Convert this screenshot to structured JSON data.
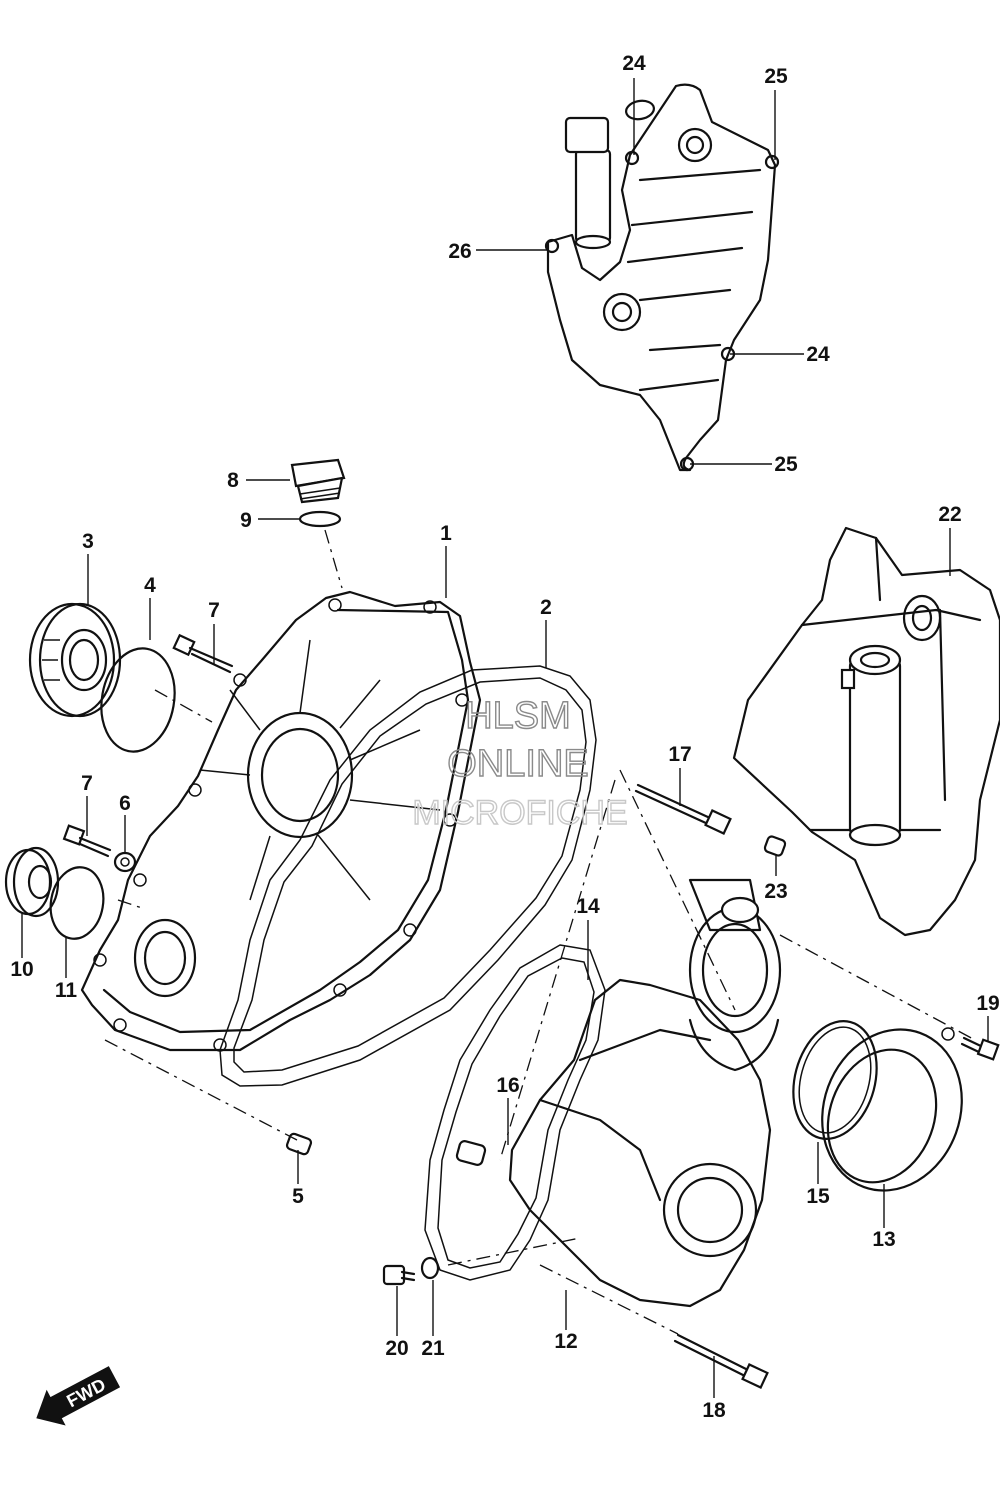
{
  "diagram": {
    "watermark": [
      "HLSM",
      "ONLINE",
      "MICROFICHE"
    ],
    "direction_label": "FWD",
    "callouts": [
      {
        "id": "c24a",
        "label": "24"
      },
      {
        "id": "c25a",
        "label": "25"
      },
      {
        "id": "c26",
        "label": "26"
      },
      {
        "id": "c24b",
        "label": "24"
      },
      {
        "id": "c25b",
        "label": "25"
      },
      {
        "id": "c8",
        "label": "8"
      },
      {
        "id": "c9",
        "label": "9"
      },
      {
        "id": "c1",
        "label": "1"
      },
      {
        "id": "c3",
        "label": "3"
      },
      {
        "id": "c4",
        "label": "4"
      },
      {
        "id": "c7a",
        "label": "7"
      },
      {
        "id": "c2",
        "label": "2"
      },
      {
        "id": "c22",
        "label": "22"
      },
      {
        "id": "c17",
        "label": "17"
      },
      {
        "id": "c7b",
        "label": "7"
      },
      {
        "id": "c6",
        "label": "6"
      },
      {
        "id": "c23",
        "label": "23"
      },
      {
        "id": "c14",
        "label": "14"
      },
      {
        "id": "c10",
        "label": "10"
      },
      {
        "id": "c11",
        "label": "11"
      },
      {
        "id": "c19",
        "label": "19"
      },
      {
        "id": "c16",
        "label": "16"
      },
      {
        "id": "c5",
        "label": "5"
      },
      {
        "id": "c15",
        "label": "15"
      },
      {
        "id": "c13",
        "label": "13"
      },
      {
        "id": "c12",
        "label": "12"
      },
      {
        "id": "c20",
        "label": "20"
      },
      {
        "id": "c21",
        "label": "21"
      },
      {
        "id": "c18",
        "label": "18"
      }
    ]
  }
}
